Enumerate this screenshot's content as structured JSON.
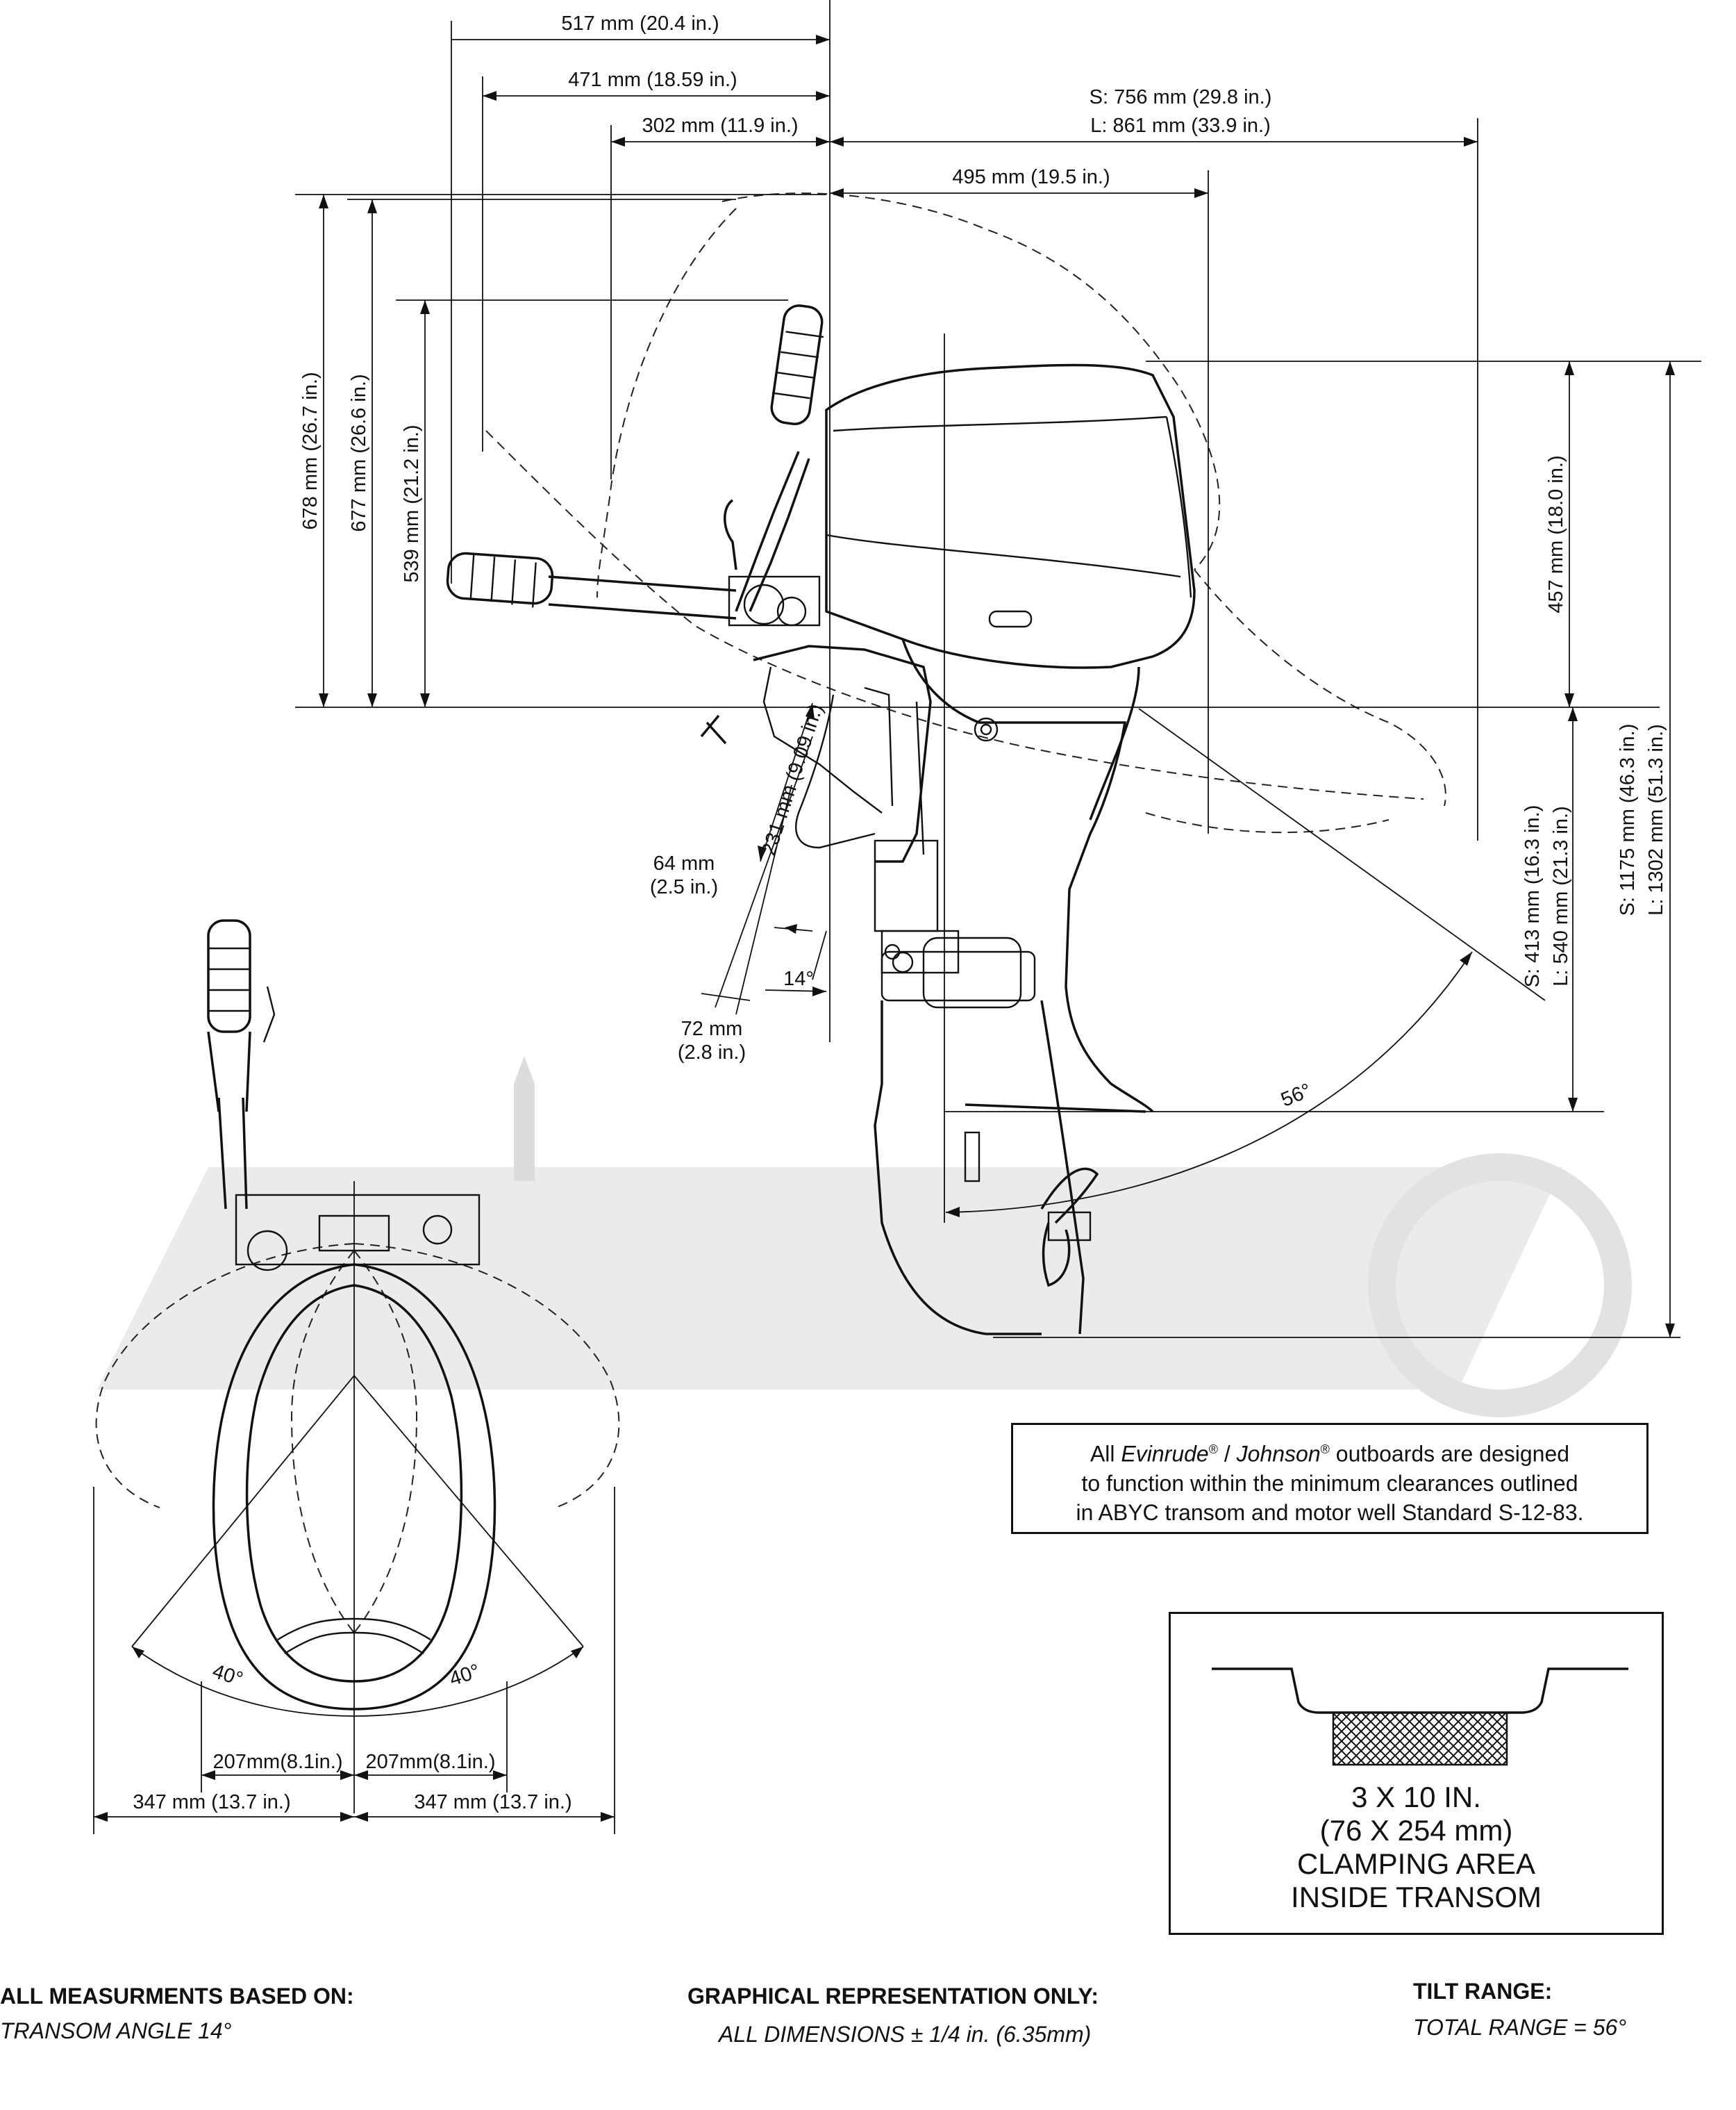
{
  "dims": {
    "top_517": "517 mm (20.4 in.)",
    "top_471": "471 mm (18.59 in.)",
    "top_302": "302 mm (11.9 in.)",
    "top_s756": "S: 756 mm (29.8 in.)",
    "top_l861": "L: 861 mm (33.9 in.)",
    "top_495": "495 mm (19.5 in.)",
    "v_678": "678 mm (26.7 in.)",
    "v_677": "677 mm (26.6 in.)",
    "v_539": "539 mm (21.2 in.)",
    "v_457": "457 mm (18.0 in.)",
    "v_s413": "S: 413 mm (16.3 in.)",
    "v_l540": "L: 540 mm (21.3 in.)",
    "v_s1175": "S: 1175 mm (46.3 in.)",
    "v_l1302": "L: 1302 mm (51.3 in.)",
    "d_231": "231 mm (9.09 in.)",
    "d_64a": "64 mm",
    "d_64b": "(2.5 in.)",
    "d_72a": "72 mm",
    "d_72b": "(2.8 in.)",
    "angle_14": "14°",
    "angle_56": "56°",
    "angle_40_left": "40°",
    "angle_40_right": "40°",
    "w_207_left": "207mm(8.1in.)",
    "w_207_right": "207mm(8.1in.)",
    "w_347_left": "347 mm (13.7 in.)",
    "w_347_right": "347 mm (13.7 in.)"
  },
  "notice": {
    "line1_prefix": "All ",
    "brand1": "Evinrude",
    "reg": "®",
    "sep": " / ",
    "brand2": "Johnson",
    "line1_suffix": " outboards are designed",
    "line2": "to function within the minimum clearances outlined",
    "line3": "in ABYC transom and motor well Standard S-12-83."
  },
  "clamping": {
    "line1": "3 X 10 IN.",
    "line2": "(76 X 254 mm)",
    "line3": "CLAMPING AREA",
    "line4": "INSIDE TRANSOM"
  },
  "footer": {
    "left_title": "ALL MEASURMENTS BASED ON:",
    "left_value": "TRANSOM ANGLE 14°",
    "center_title": "GRAPHICAL REPRESENTATION ONLY:",
    "center_value": "ALL DIMENSIONS ± 1/4 in. (6.35mm)",
    "right_title": "TILT RANGE:",
    "right_value": "TOTAL RANGE = 56°"
  }
}
